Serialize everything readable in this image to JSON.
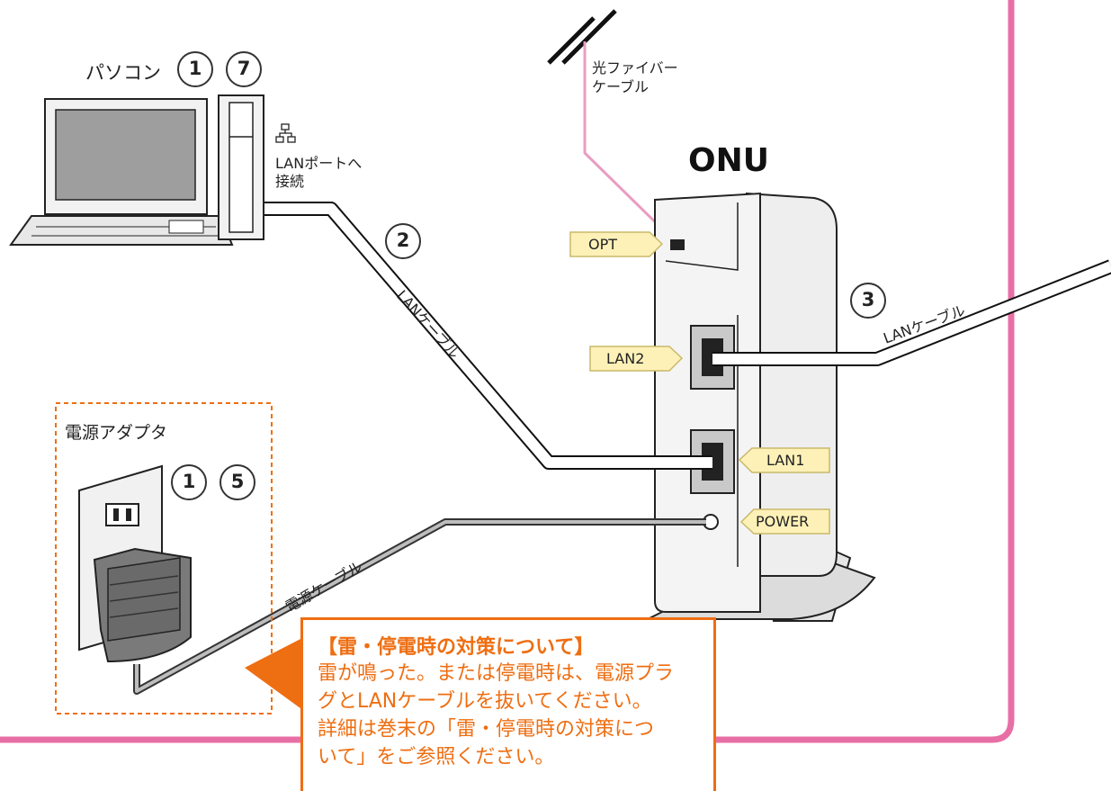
{
  "device": {
    "title": "ONU"
  },
  "pc": {
    "label": "パソコン",
    "steps": [
      "1",
      "7"
    ]
  },
  "lan_port_note": {
    "line1": "LANポートへ",
    "line2": "接続"
  },
  "fiber": {
    "line1": "光ファイバー",
    "line2": "ケーブル"
  },
  "ports": {
    "opt": "OPT",
    "lan2": "LAN2",
    "lan1": "LAN1",
    "power": "POWER"
  },
  "cable_pc": {
    "step": "2",
    "label": "LANケーブル"
  },
  "cable_out": {
    "step": "3",
    "label": "LANケーブル"
  },
  "adapter": {
    "label": "電源アダプタ",
    "steps": [
      "1",
      "5"
    ]
  },
  "power_cable": {
    "label": "電源ケーブル"
  },
  "note": {
    "title": "【雷・停電時の対策について】",
    "body": "雷が鳴った。または停電時は、電源プラ\nグとLANケーブルを抜いてください。\n詳細は巻末の「雷・停電時の対策につ\nいて」をご参照ください。"
  },
  "colors": {
    "frame": "#e86fa6",
    "accent": "#ee6e12",
    "port_tag": "#fdf1b8",
    "fiber": "#ea9cc2"
  }
}
